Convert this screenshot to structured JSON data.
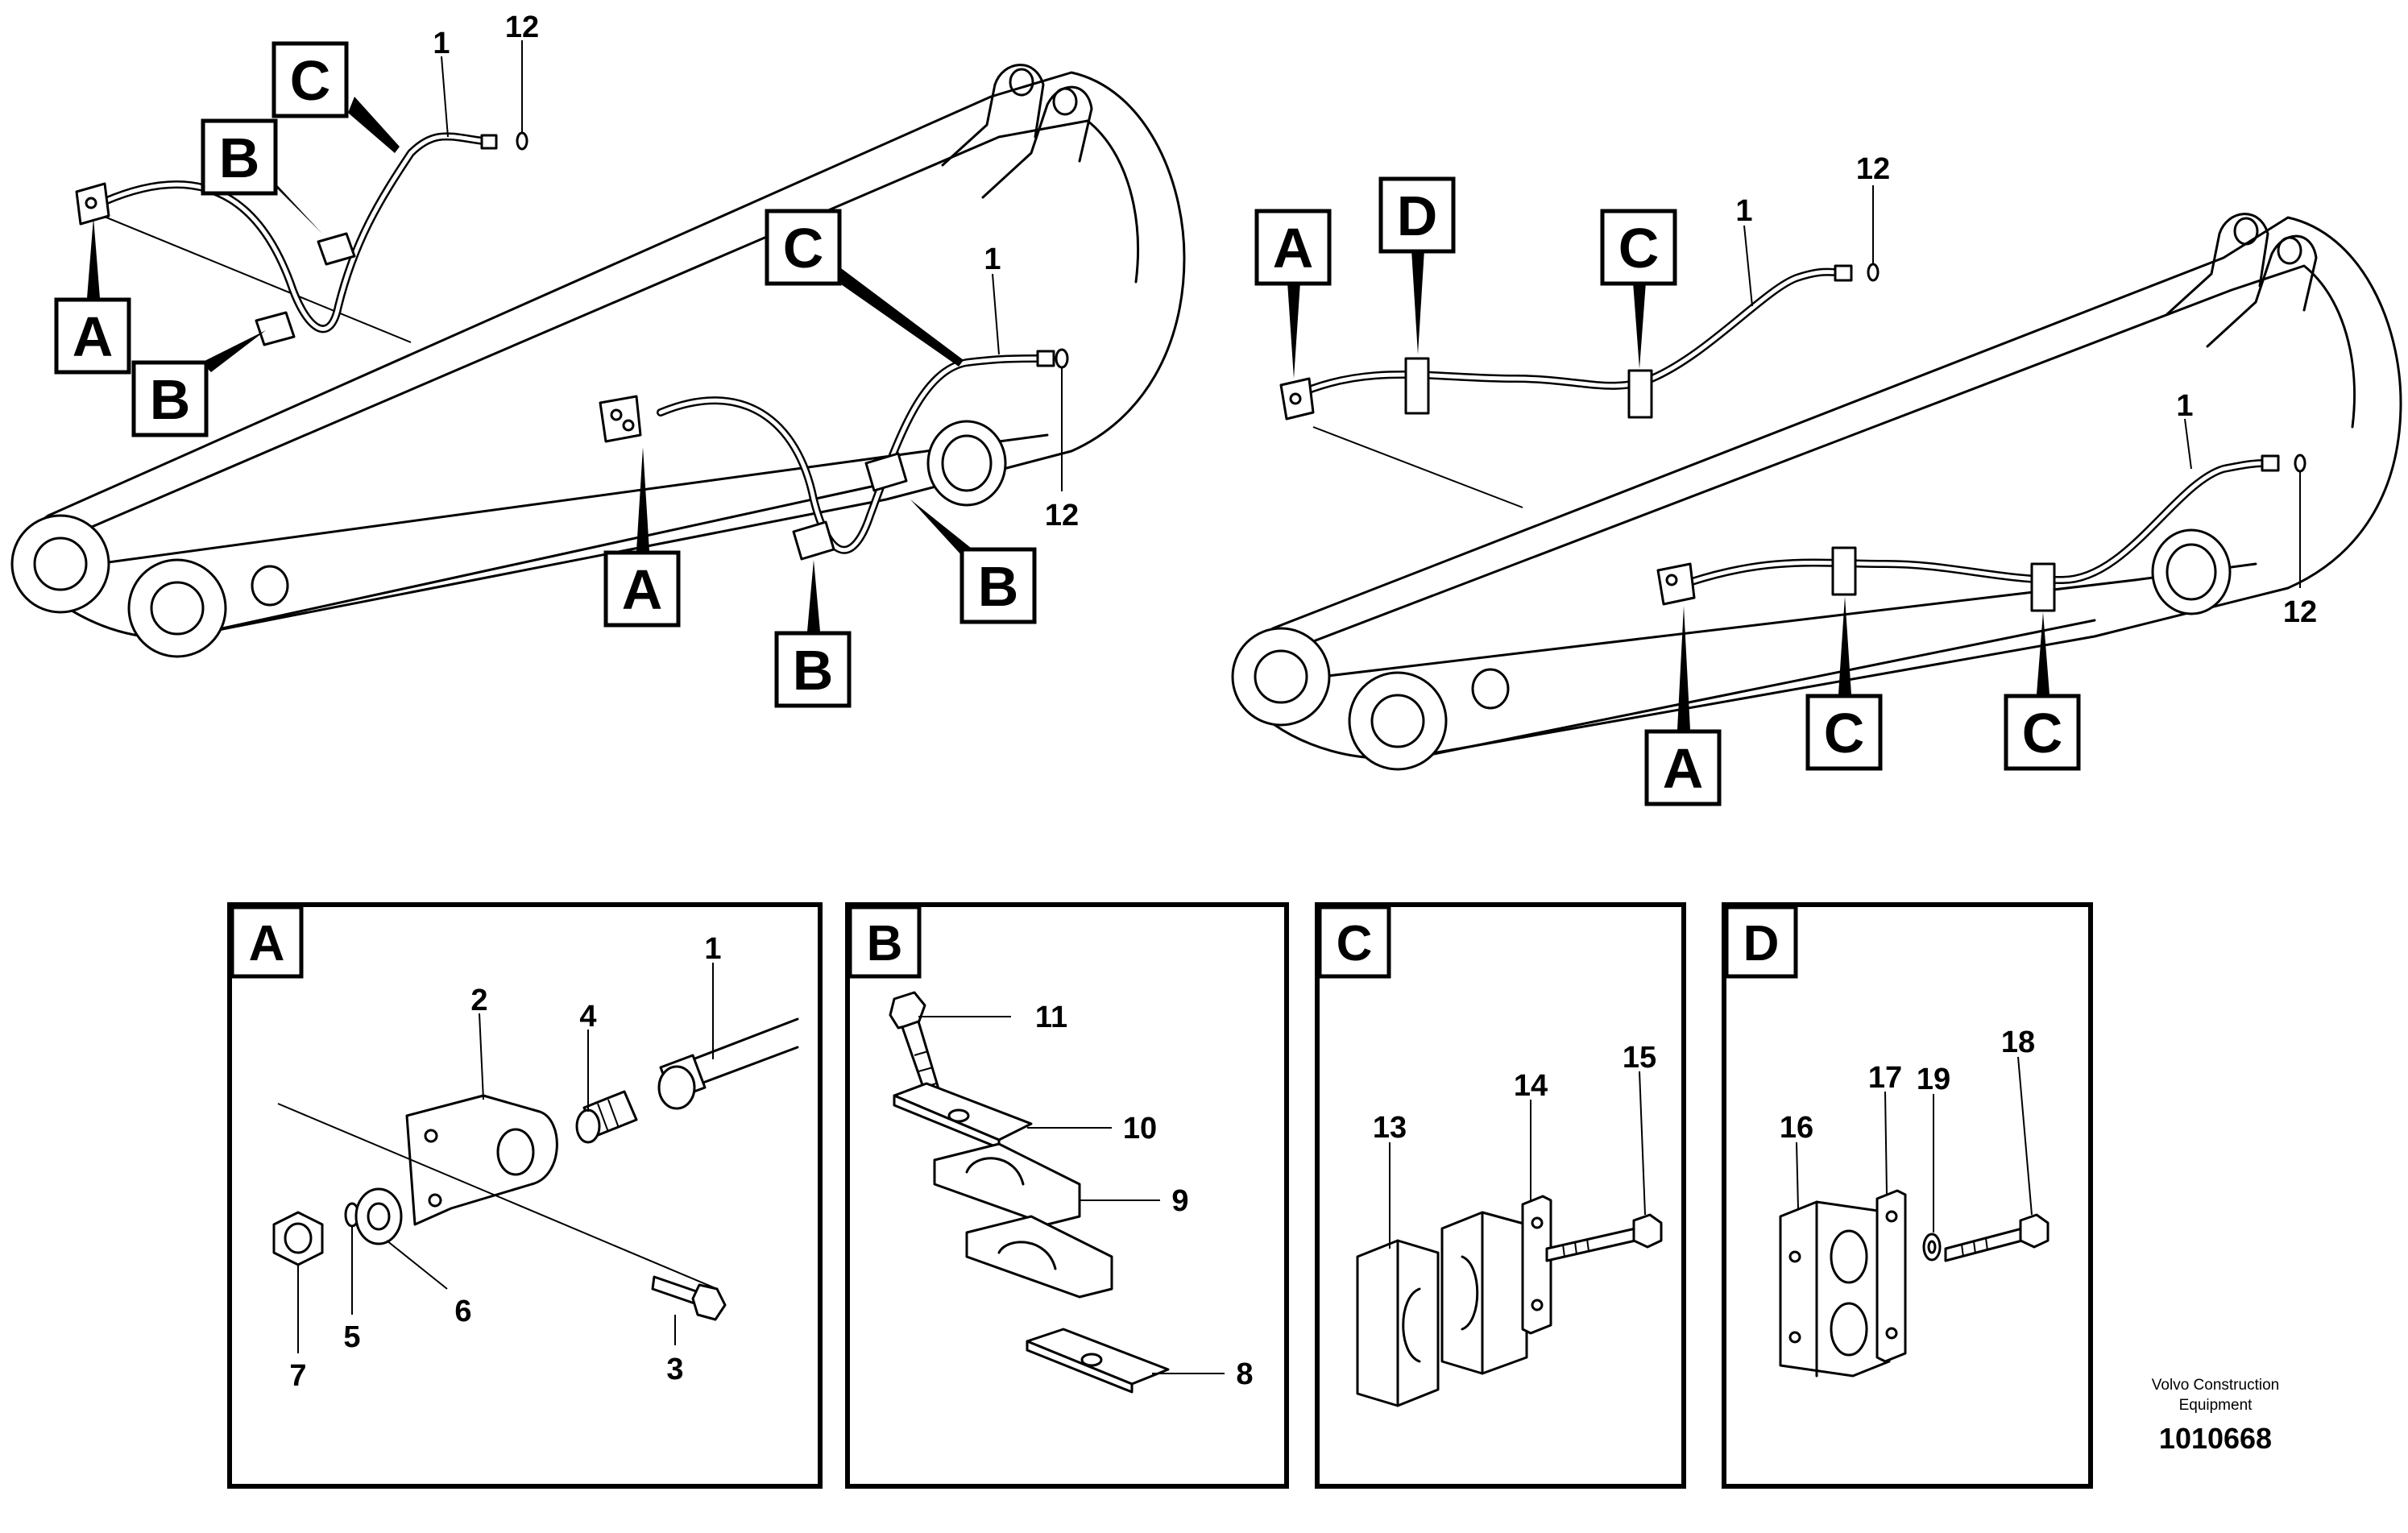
{
  "callouts": {
    "a": "A",
    "b": "B",
    "c": "C",
    "d": "D"
  },
  "part_numbers": {
    "p1": "1",
    "p2": "2",
    "p3": "3",
    "p4": "4",
    "p5": "5",
    "p6": "6",
    "p7": "7",
    "p8": "8",
    "p9": "9",
    "p10": "10",
    "p11": "11",
    "p12": "12",
    "p13": "13",
    "p14": "14",
    "p15": "15",
    "p16": "16",
    "p17": "17",
    "p18": "18",
    "p19": "19"
  },
  "footer": {
    "credit_line1": "Volvo Construction",
    "credit_line2": "Equipment",
    "doc_number": "1010668"
  }
}
